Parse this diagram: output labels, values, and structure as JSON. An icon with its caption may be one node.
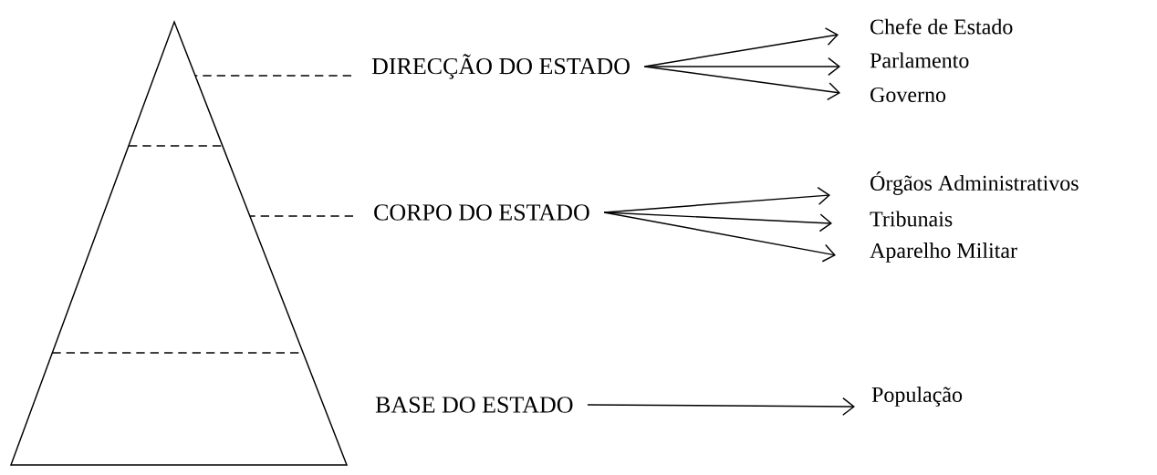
{
  "diagram": {
    "nodes": [
      {
        "text": [],
        "shape": "triangle"
      },
      {
        "text": [
          "DIRECÇÃO DO ESTADO"
        ]
      },
      {
        "text": [
          "Chefe de Estado"
        ]
      },
      {
        "text": [
          "Parlamento"
        ]
      },
      {
        "text": [
          "Governo"
        ]
      },
      {
        "text": [
          "CORPO DO ESTADO"
        ]
      },
      {
        "text": [
          "Órgãos Administrativos"
        ]
      },
      {
        "text": [
          "Tribunais"
        ]
      },
      {
        "text": [
          "Aparelho Militar"
        ]
      },
      {
        "text": [
          "BASE DO ESTADO"
        ]
      },
      {
        "text": [
          "População"
        ]
      }
    ],
    "edges": [
      {
        "from": 1,
        "to": 0,
        "arrow": "none",
        "style": "dashed"
      },
      {
        "from": 5,
        "to": 0,
        "arrow": "none",
        "style": "dashed"
      },
      {
        "from": 1,
        "to": 2,
        "arrow": "to"
      },
      {
        "from": 1,
        "to": 3,
        "arrow": "to"
      },
      {
        "from": 1,
        "to": 4,
        "arrow": "to"
      },
      {
        "from": 5,
        "to": 6,
        "arrow": "to"
      },
      {
        "from": 5,
        "to": 7,
        "arrow": "to"
      },
      {
        "from": 5,
        "to": 8,
        "arrow": "to"
      },
      {
        "from": 9,
        "to": 10,
        "arrow": "to"
      }
    ]
  }
}
